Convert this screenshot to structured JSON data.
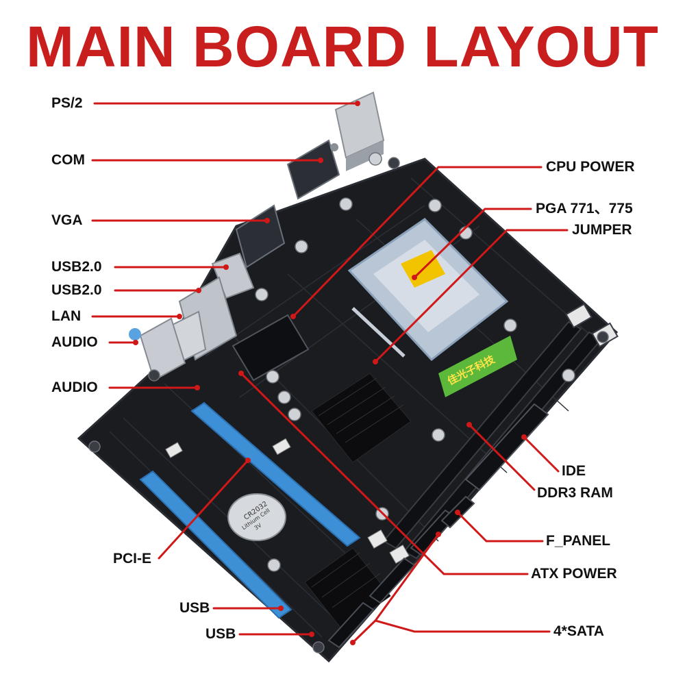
{
  "title": "MAIN BOARD LAYOUT",
  "colors": {
    "title": "#c81e1e",
    "leader": "#d01818",
    "pcb": "#1a1c20",
    "pcie_slot": "#3d8fd6",
    "heatsink": "#0c0c0e",
    "socket": "#b8c6d6",
    "cpu_sticker": "#f2c400",
    "brand_label": "#5bb83a"
  },
  "labels": {
    "ps2": "PS/2",
    "com": "COM",
    "vga": "VGA",
    "usb20_a": "USB2.0",
    "usb20_b": "USB2.0",
    "lan": "LAN",
    "audio_a": "AUDIO",
    "audio_b": "AUDIO",
    "pcie": "PCI-E",
    "usb_a": "USB",
    "usb_b": "USB",
    "cpu_power": "CPU POWER",
    "pga": "PGA 771、775",
    "jumper": "JUMPER",
    "ide": "IDE",
    "ddr3": "DDR3 RAM",
    "f_panel": "F_PANEL",
    "atx_power": "ATX POWER",
    "sata": "4*SATA"
  },
  "board_print": {
    "battery": "CR2032",
    "battery_sub": "Lithium Cell",
    "battery_volt": "3V",
    "brand": "佳光子科技"
  }
}
